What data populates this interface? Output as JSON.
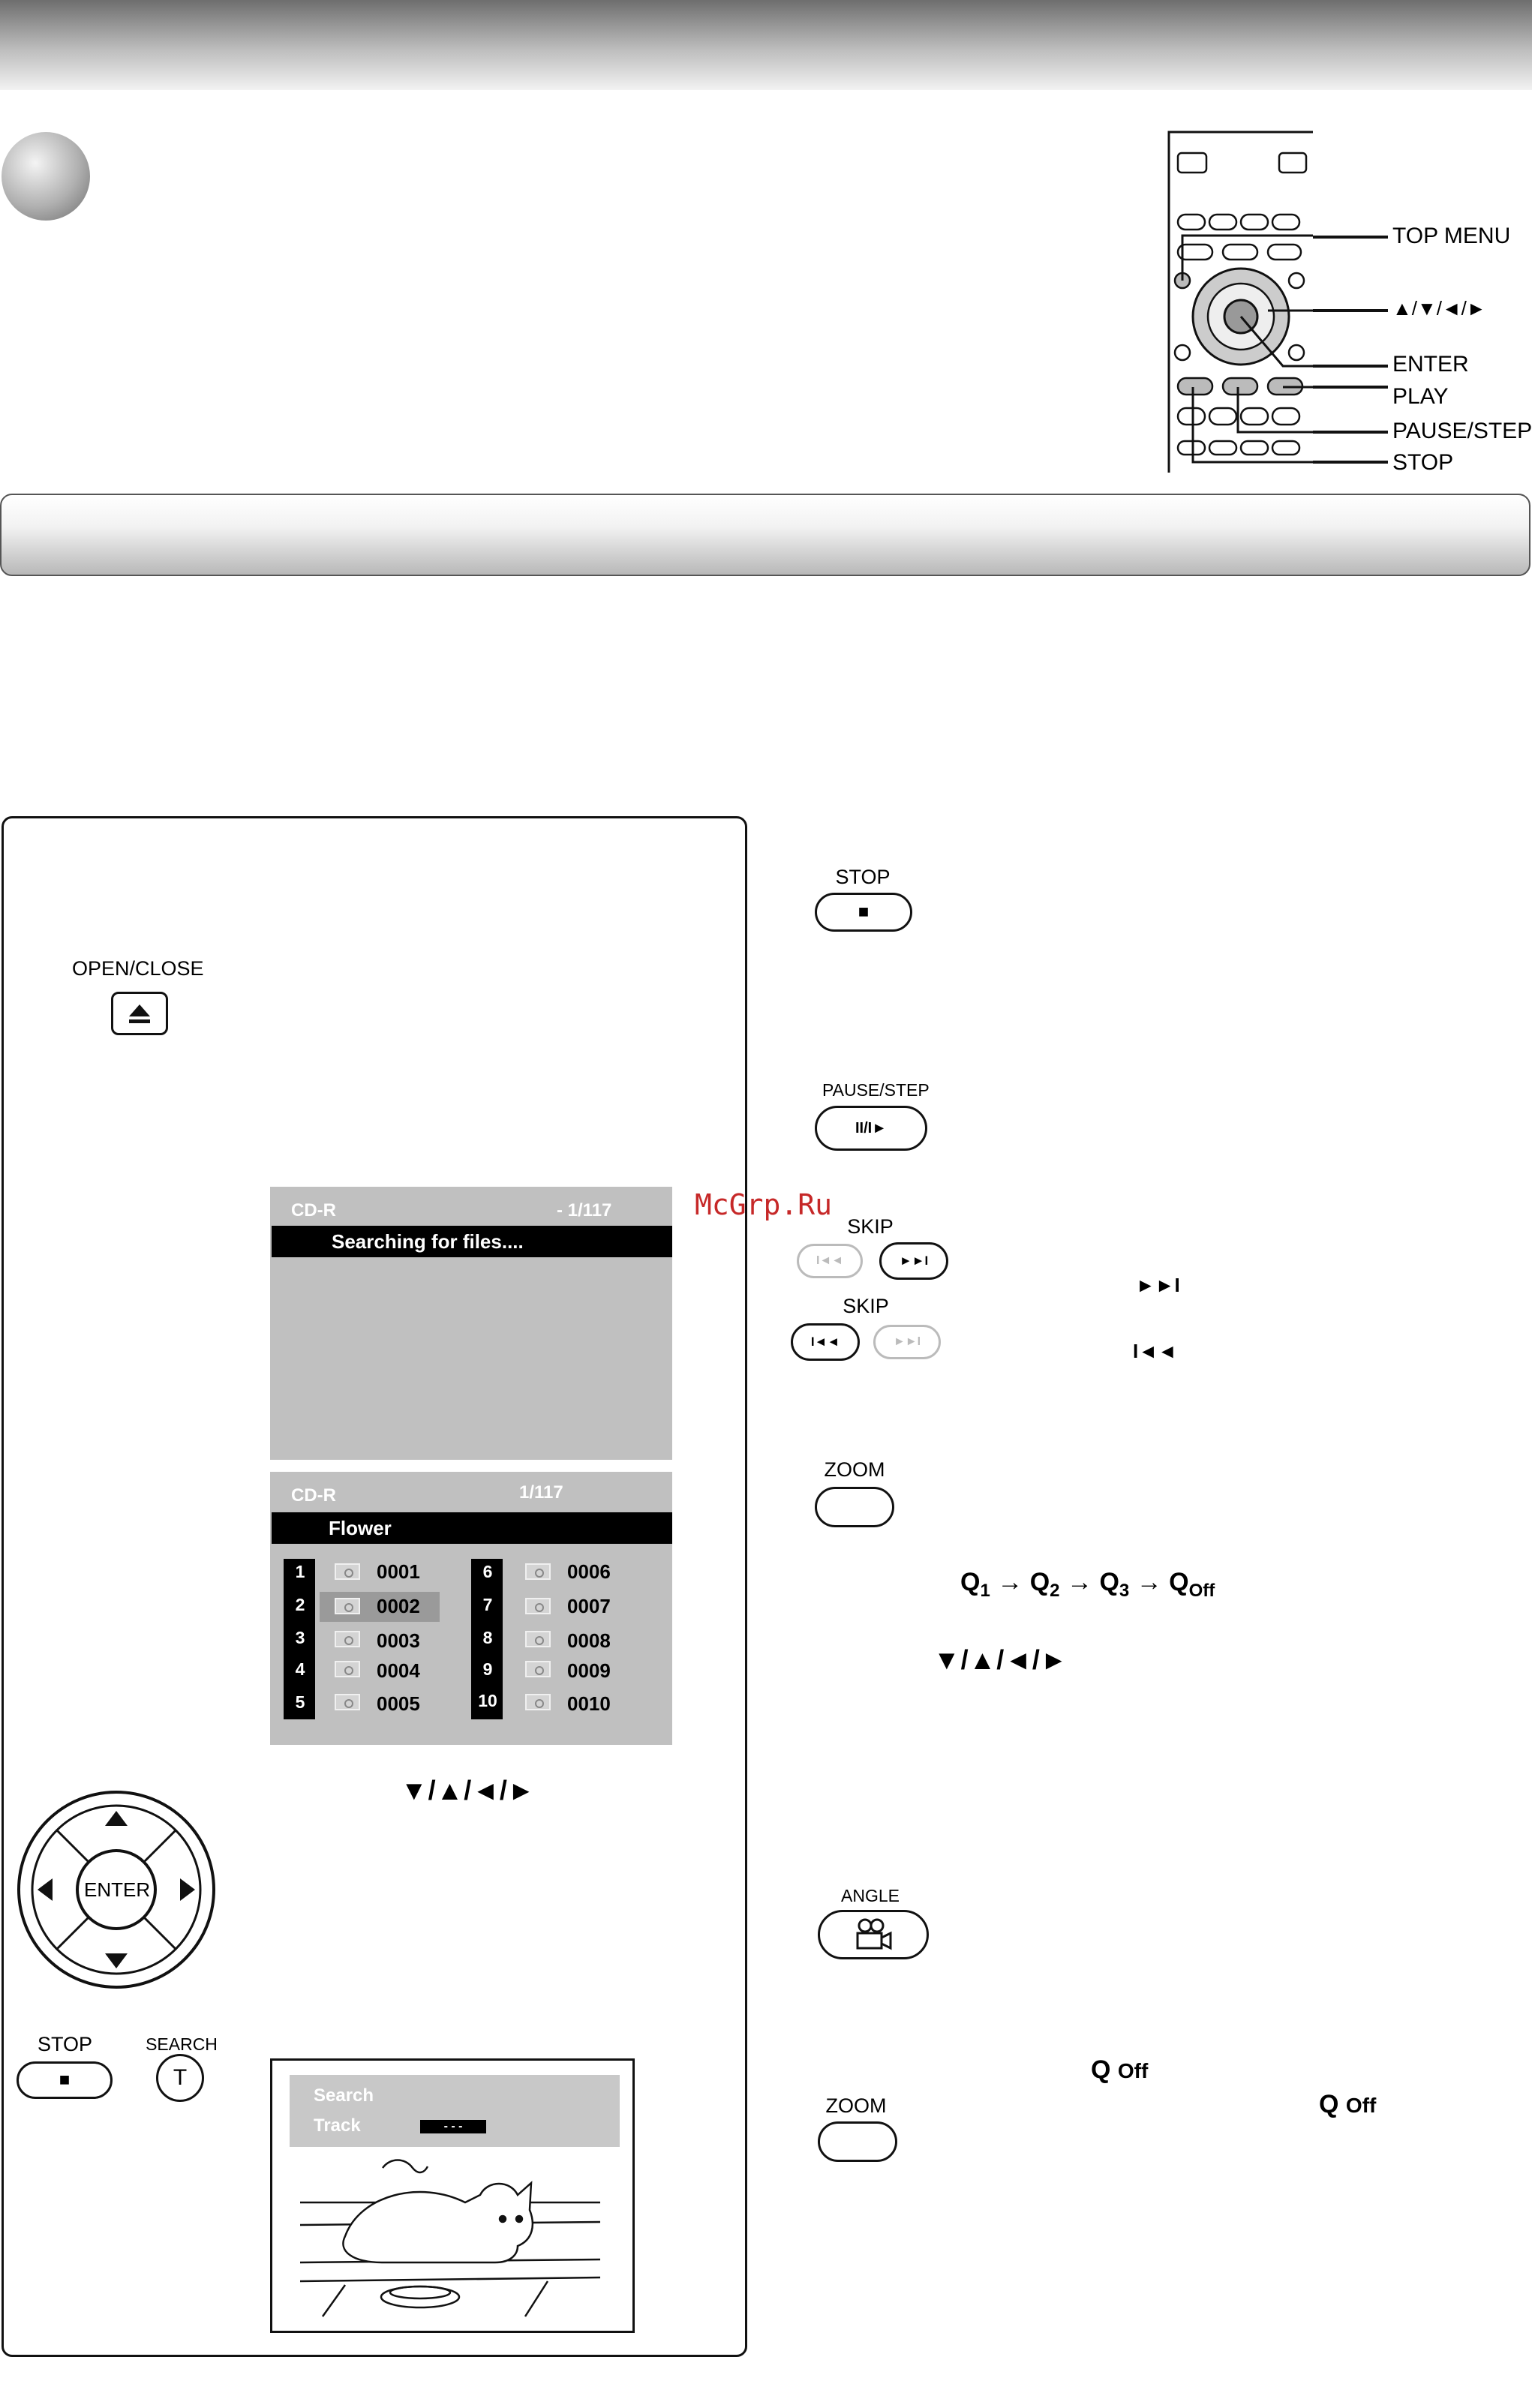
{
  "remote": {
    "labels": {
      "top_menu": "TOP MENU",
      "arrows": "▲/▼/◄/►",
      "enter": "ENTER",
      "play": "PLAY",
      "pause_step": "PAUSE/STEP",
      "stop": "STOP"
    }
  },
  "left_panel": {
    "open_close": {
      "label": "OPEN/CLOSE",
      "icon": "eject-icon"
    },
    "screen1": {
      "source": "CD-R",
      "counter": "- 1/117",
      "status": "Searching for files...."
    },
    "screen2": {
      "source": "CD-R",
      "counter": "1/117",
      "folder": "Flower",
      "files_left": [
        {
          "num": "1",
          "name": "0001"
        },
        {
          "num": "2",
          "name": "0002"
        },
        {
          "num": "3",
          "name": "0003"
        },
        {
          "num": "4",
          "name": "0004"
        },
        {
          "num": "5",
          "name": "0005"
        }
      ],
      "files_right": [
        {
          "num": "6",
          "name": "0006"
        },
        {
          "num": "7",
          "name": "0007"
        },
        {
          "num": "8",
          "name": "0008"
        },
        {
          "num": "9",
          "name": "0009"
        },
        {
          "num": "10",
          "name": "0010"
        }
      ],
      "selected": "0002"
    },
    "nav_arrows": "▼/▲/◄/►",
    "enter_label": "ENTER",
    "stop": {
      "label": "STOP",
      "symbol": "■"
    },
    "search": {
      "label": "SEARCH",
      "symbol": "T"
    },
    "screen3": {
      "search_label": "Search",
      "track_label": "Track",
      "track_value": "- - -"
    }
  },
  "right_panel": {
    "stop": {
      "label": "STOP",
      "symbol": "■"
    },
    "pause_step": {
      "label": "PAUSE/STEP",
      "symbol": "II/I►"
    },
    "skip_forward": {
      "label": "SKIP",
      "symbol": "►►I",
      "icon_text": "►►I"
    },
    "skip_back": {
      "label": "SKIP",
      "symbol": "I◄◄",
      "icon_text": "I◄◄"
    },
    "zoom": {
      "label": "ZOOM"
    },
    "zoom_sequence": [
      {
        "level": "1"
      },
      {
        "level": "2"
      },
      {
        "level": "3"
      },
      {
        "level": "Off"
      }
    ],
    "zoom_arrows": "▼/▲/◄/►",
    "angle": {
      "label": "ANGLE",
      "icon": "camera-icon"
    },
    "zoom_off_1": "Off",
    "zoom_off_2": "Off",
    "zoom2": {
      "label": "ZOOM"
    }
  },
  "watermark": "McGrp.Ru"
}
